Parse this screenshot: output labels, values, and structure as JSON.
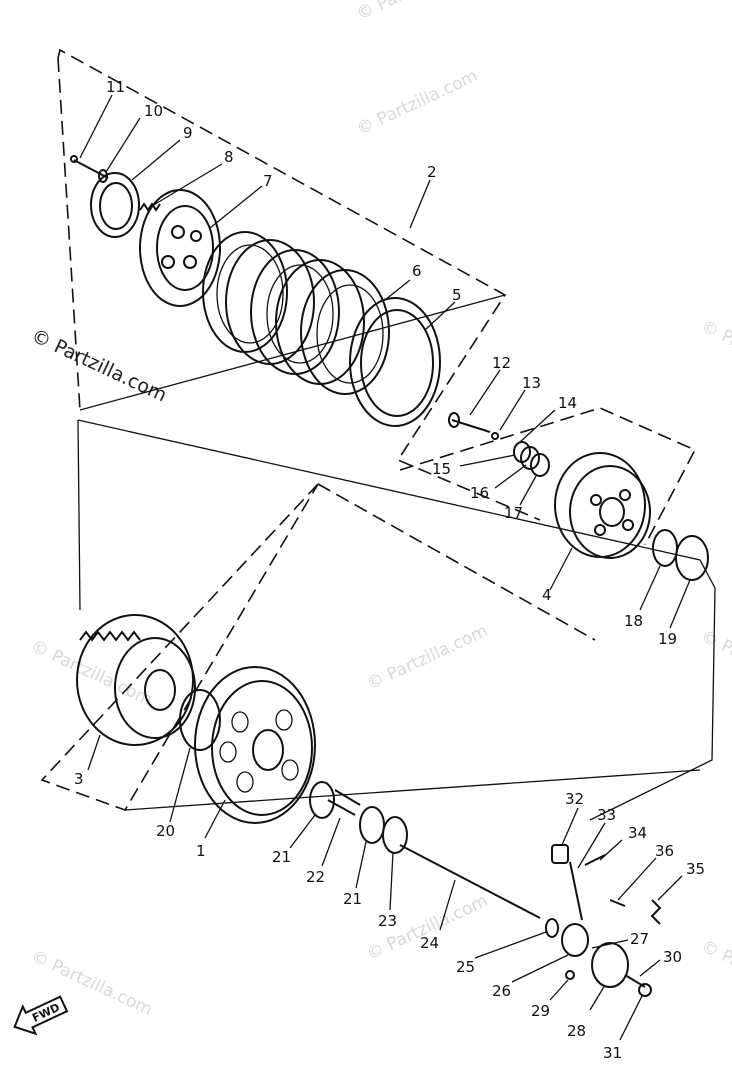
{
  "watermark": "© Partzilla.com",
  "fwd_label": "FWD",
  "callouts": [
    {
      "id": "11",
      "label": "11"
    },
    {
      "id": "10",
      "label": "10"
    },
    {
      "id": "9",
      "label": "9"
    },
    {
      "id": "8",
      "label": "8"
    },
    {
      "id": "7",
      "label": "7"
    },
    {
      "id": "2",
      "label": "2"
    },
    {
      "id": "6",
      "label": "6"
    },
    {
      "id": "5",
      "label": "5"
    },
    {
      "id": "12",
      "label": "12"
    },
    {
      "id": "13",
      "label": "13"
    },
    {
      "id": "14",
      "label": "14"
    },
    {
      "id": "15",
      "label": "15"
    },
    {
      "id": "16",
      "label": "16"
    },
    {
      "id": "17",
      "label": "17"
    },
    {
      "id": "4",
      "label": "4"
    },
    {
      "id": "18",
      "label": "18"
    },
    {
      "id": "19",
      "label": "19"
    },
    {
      "id": "3",
      "label": "3"
    },
    {
      "id": "20",
      "label": "20"
    },
    {
      "id": "1",
      "label": "1"
    },
    {
      "id": "21a",
      "label": "21"
    },
    {
      "id": "22",
      "label": "22"
    },
    {
      "id": "21b",
      "label": "21"
    },
    {
      "id": "23",
      "label": "23"
    },
    {
      "id": "24",
      "label": "24"
    },
    {
      "id": "32",
      "label": "32"
    },
    {
      "id": "33",
      "label": "33"
    },
    {
      "id": "34",
      "label": "34"
    },
    {
      "id": "36",
      "label": "36"
    },
    {
      "id": "35",
      "label": "35"
    },
    {
      "id": "27",
      "label": "27"
    },
    {
      "id": "30",
      "label": "30"
    },
    {
      "id": "25",
      "label": "25"
    },
    {
      "id": "26",
      "label": "26"
    },
    {
      "id": "29",
      "label": "29"
    },
    {
      "id": "28",
      "label": "28"
    },
    {
      "id": "31",
      "label": "31"
    }
  ]
}
